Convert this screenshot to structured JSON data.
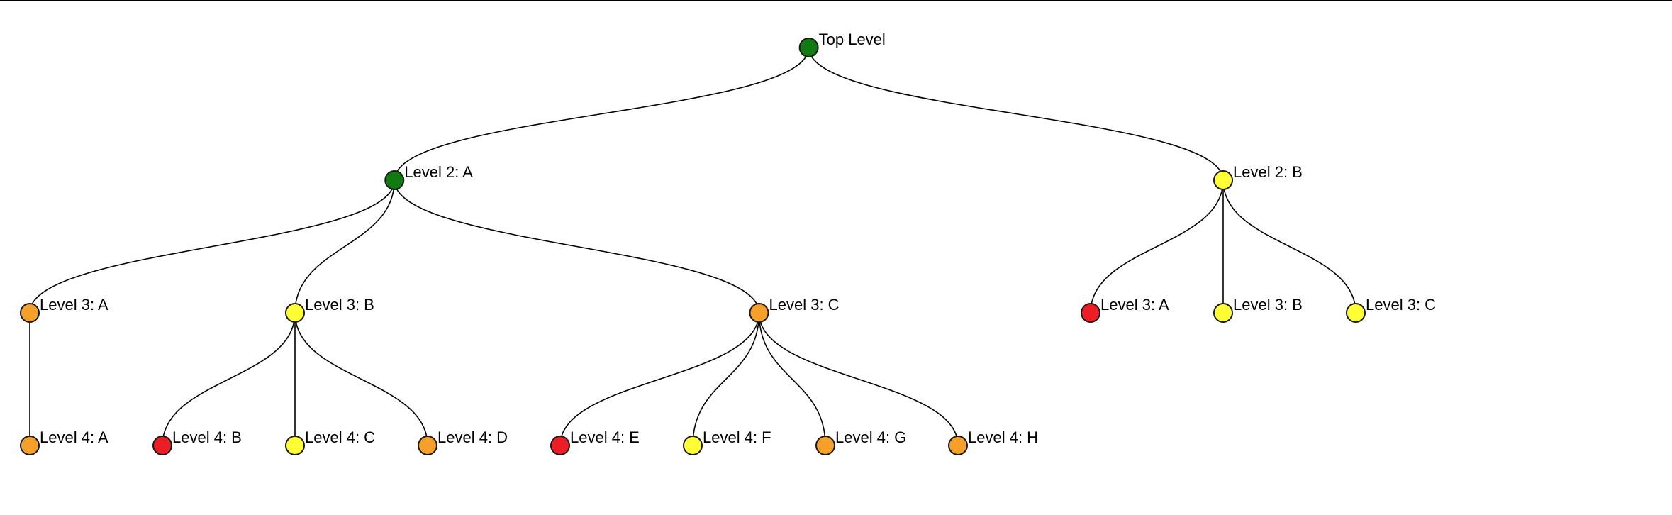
{
  "colors": {
    "green": "#117a11",
    "yellow": "#ffff33",
    "orange": "#f5a02a",
    "red": "#ee1c24",
    "edge": "#000000",
    "node_stroke": "#1a1a1a"
  },
  "tree": {
    "label": "Top Level",
    "color": "green",
    "children": [
      {
        "label": "Level 2: A",
        "color": "green",
        "children": [
          {
            "label": "Level 3: A",
            "color": "orange",
            "children": [
              {
                "label": "Level 4: A",
                "color": "orange",
                "children": []
              }
            ]
          },
          {
            "label": "Level 3: B",
            "color": "yellow",
            "children": [
              {
                "label": "Level 4: B",
                "color": "red",
                "children": []
              },
              {
                "label": "Level 4: C",
                "color": "yellow",
                "children": []
              },
              {
                "label": "Level 4: D",
                "color": "orange",
                "children": []
              }
            ]
          },
          {
            "label": "Level 3: C",
            "color": "orange",
            "children": [
              {
                "label": "Level 4: E",
                "color": "red",
                "children": []
              },
              {
                "label": "Level 4: F",
                "color": "yellow",
                "children": []
              },
              {
                "label": "Level 4: G",
                "color": "orange",
                "children": []
              },
              {
                "label": "Level 4: H",
                "color": "orange",
                "children": []
              }
            ]
          }
        ]
      },
      {
        "label": "Level 2: B",
        "color": "yellow",
        "children": [
          {
            "label": "Level 3: A",
            "color": "red",
            "children": []
          },
          {
            "label": "Level 3: B",
            "color": "yellow",
            "children": []
          },
          {
            "label": "Level 3: C",
            "color": "yellow",
            "children": []
          }
        ]
      }
    ]
  }
}
